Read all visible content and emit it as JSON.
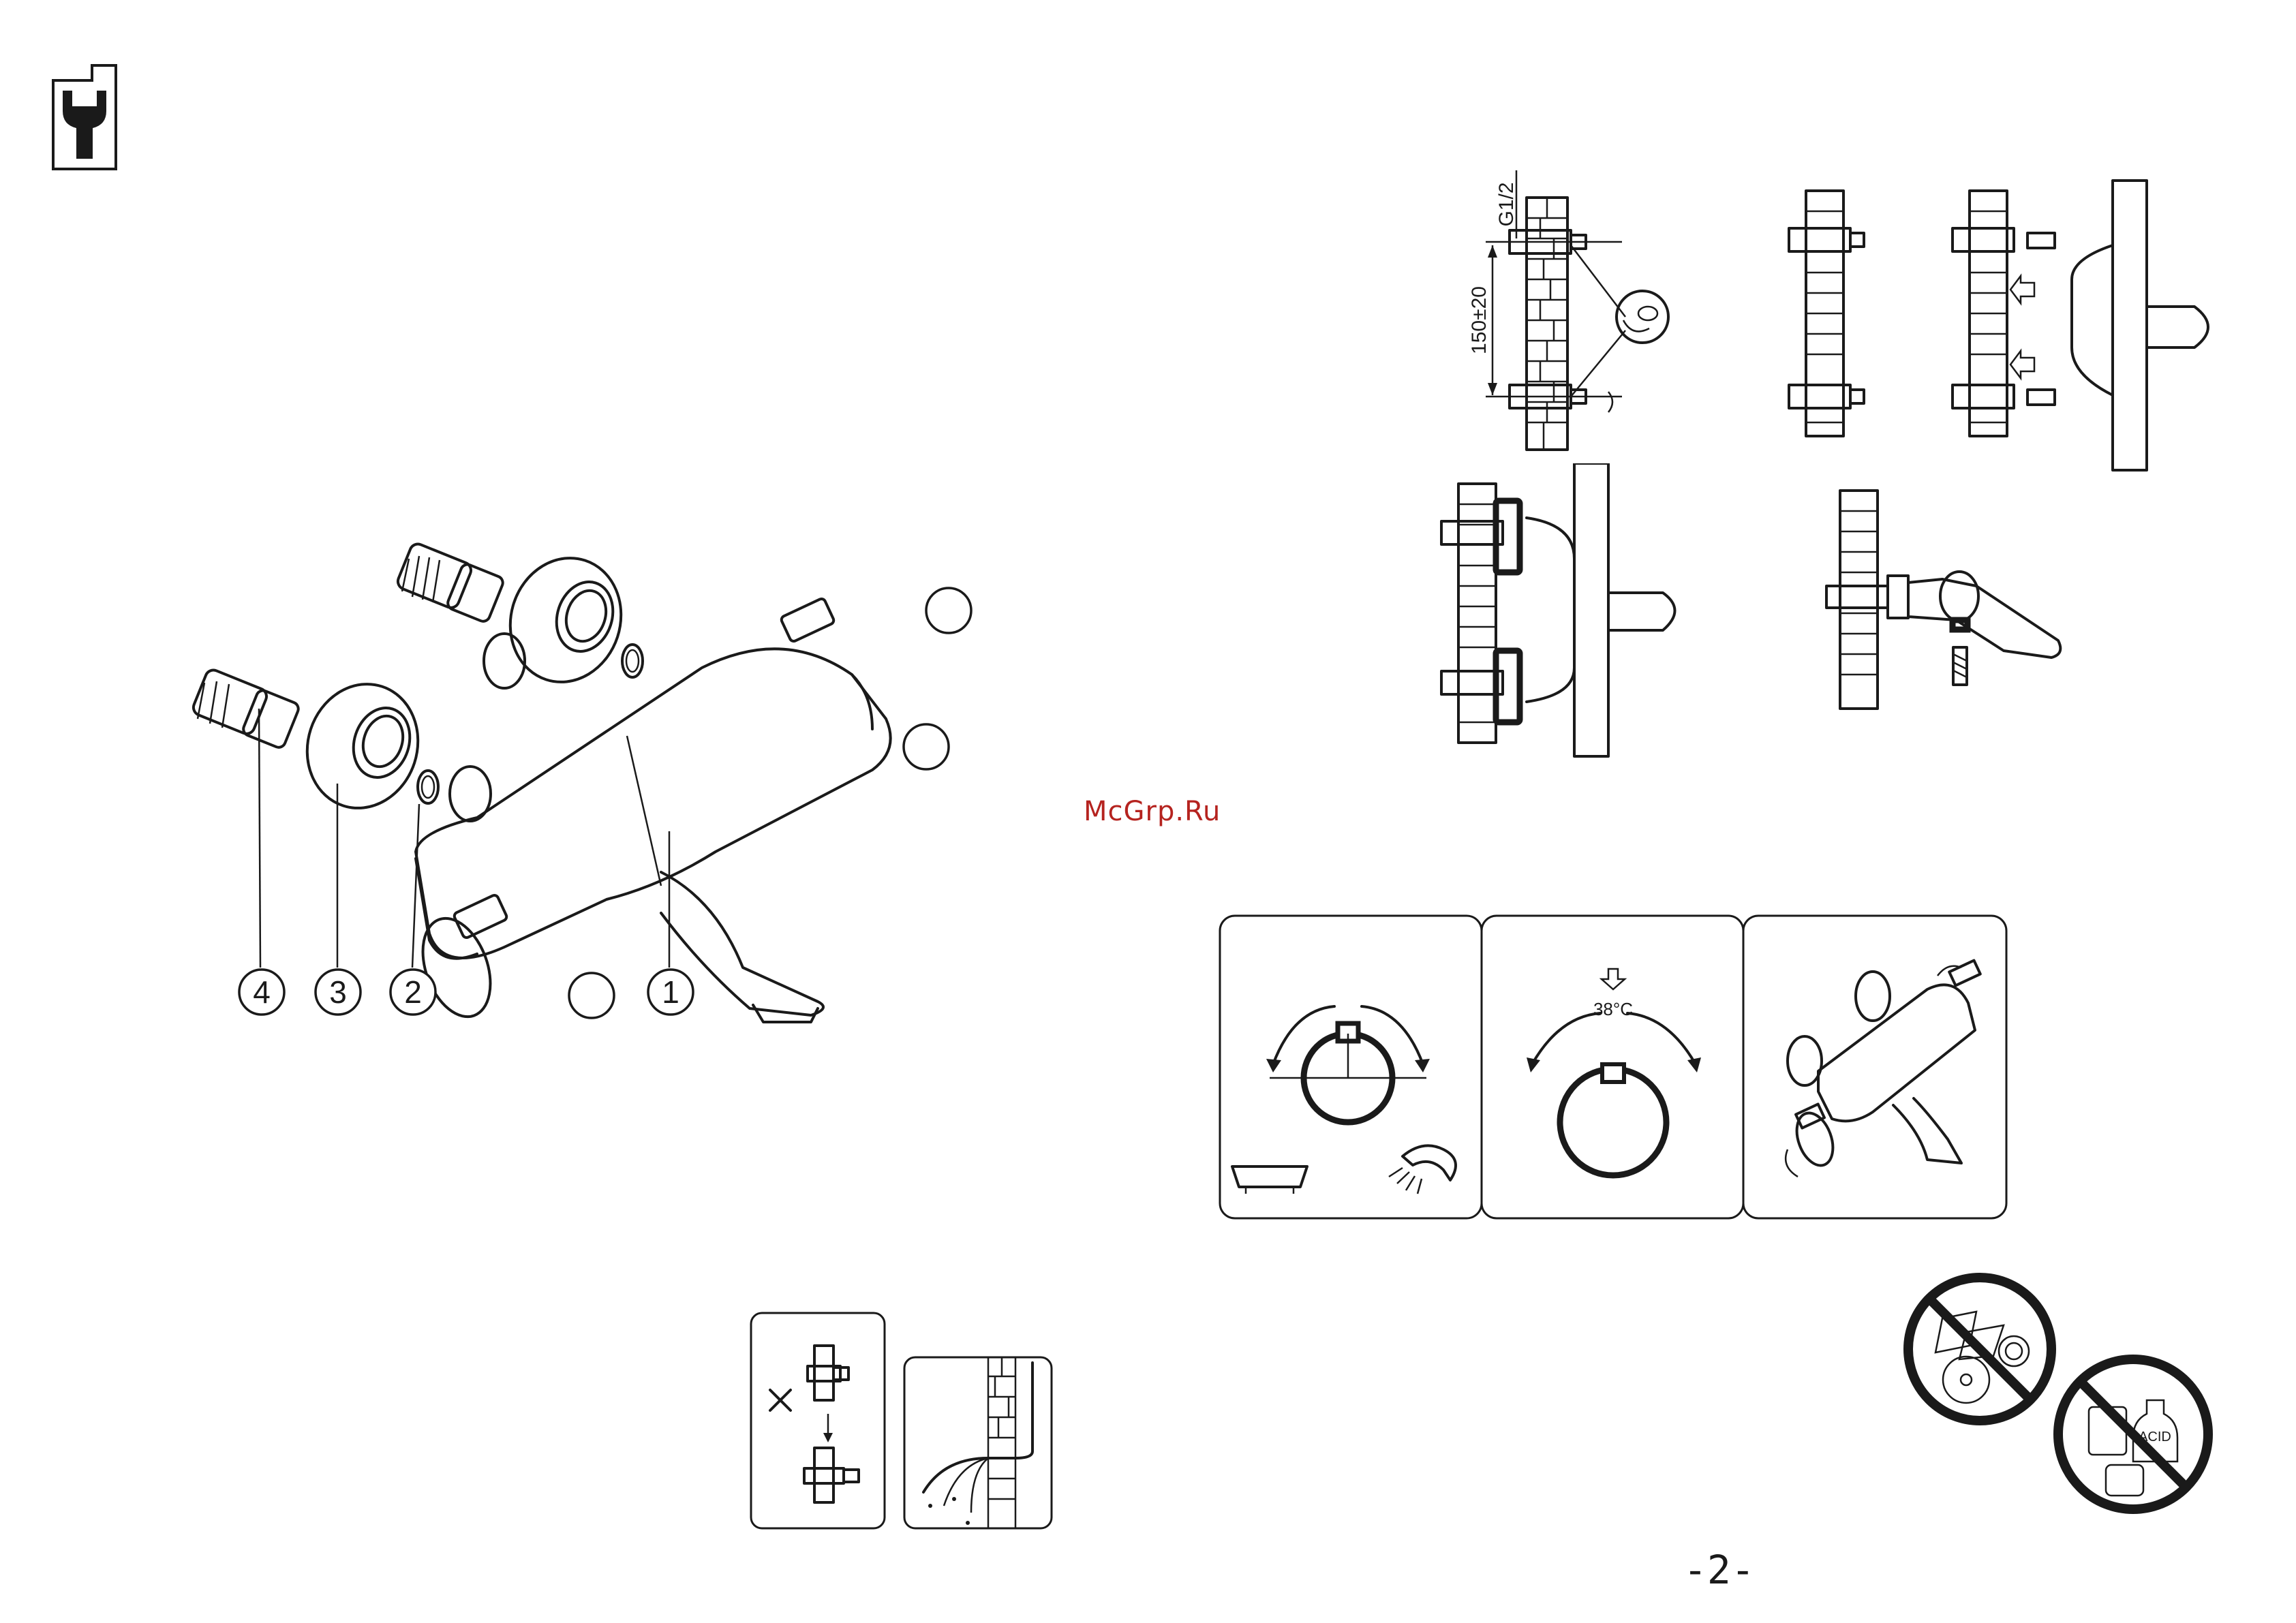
{
  "watermark": "McGrp.Ru",
  "page_number": "-2-",
  "dimensions": {
    "thread": "G1/2",
    "spacing": "150±20"
  },
  "callouts": {
    "c1": "1",
    "c2": "2",
    "c3": "3",
    "c4": "4"
  },
  "temperature": "38°C",
  "acid_label": "ACID"
}
